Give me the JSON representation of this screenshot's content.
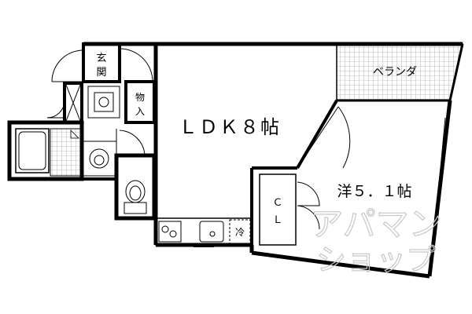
{
  "rooms": {
    "ldk": "ＬＤＫ８帖",
    "western": "洋５．１帖",
    "veranda": "ベランダ",
    "entrance_line1": "玄",
    "entrance_line2": "関",
    "storage_line1": "物",
    "storage_line2": "入",
    "closet_line1": "Ｃ",
    "closet_line2": "Ｌ",
    "fridge": "冷"
  },
  "watermark": {
    "line1": "アパマン",
    "line2": "ショップ"
  },
  "colors": {
    "wall": "#000000",
    "background": "#ffffff",
    "balcony_grid": "#9a9a9a",
    "watermark": "#c8c8c8"
  }
}
